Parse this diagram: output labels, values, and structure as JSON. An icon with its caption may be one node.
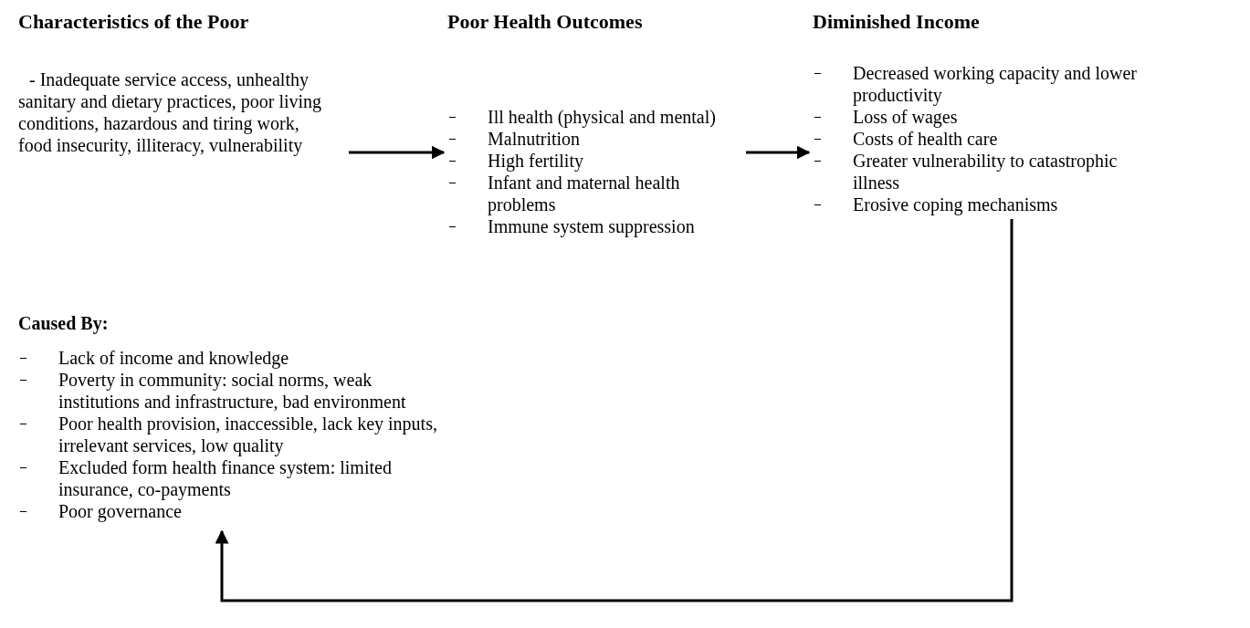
{
  "diagram": {
    "nodes": [
      {
        "text": [
          "Characteristics of the Poor",
          "- Inadequate service access, unhealthy sanitary and dietary practices, poor living conditions, hazardous and tiring work, food insecurity, illiteracy, vulnerability"
        ]
      },
      {
        "text": [
          "Poor Health Outcomes",
          "Ill health (physical and mental)",
          "Malnutrition",
          "High fertility",
          "Infant and maternal health problems",
          "Immune system suppression"
        ]
      },
      {
        "text": [
          "Diminished Income",
          "Decreased working capacity and lower productivity",
          "Loss of wages",
          "Costs of health care",
          "Greater vulnerability to catastrophic illness",
          "Erosive coping mechanisms"
        ]
      },
      {
        "text": [
          "Caused By:",
          "Lack of income and knowledge",
          "Poverty in community: social norms, weak institutions and infrastructure, bad environment",
          "Poor health provision, inaccessible, lack key inputs, irrelevant services, low quality",
          "Excluded form health finance system: limited insurance, co-payments",
          "Poor governance"
        ]
      }
    ],
    "edges": [
      {
        "from": 0,
        "to": 1,
        "arrow": "to"
      },
      {
        "from": 1,
        "to": 2,
        "arrow": "to"
      },
      {
        "from": 2,
        "to": 3,
        "arrow": "to"
      }
    ]
  }
}
